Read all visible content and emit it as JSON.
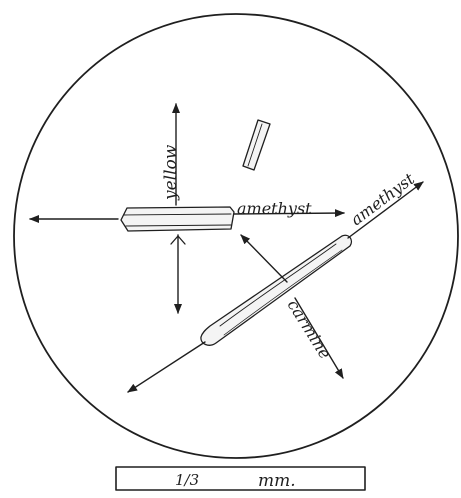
{
  "labels": {
    "yellow": "yellow",
    "amethyst_small_crystal": "amethyst",
    "amethyst_large_crystal": "amethyst",
    "carmine": "carmine"
  },
  "scale_bar": {
    "fraction": "1/3",
    "unit": "mm."
  },
  "colors": {
    "ink": "#1f1f1f",
    "background": "#ffffff"
  }
}
